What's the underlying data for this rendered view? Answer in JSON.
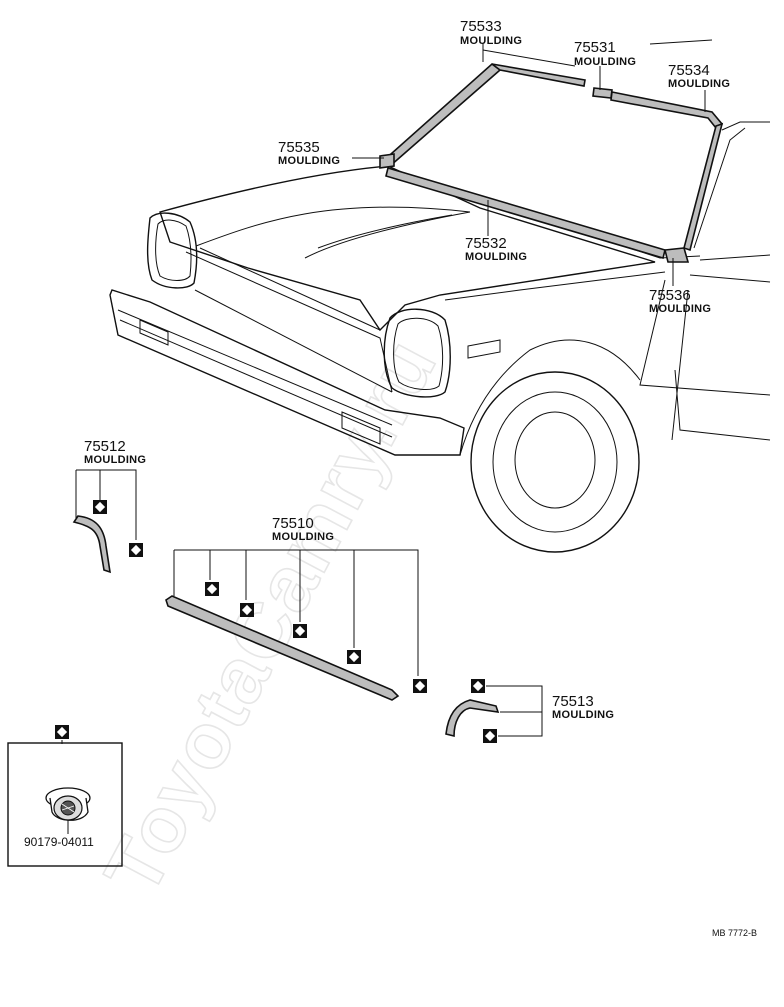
{
  "watermark": "ToyotaCamry.ru",
  "parts": [
    {
      "id": "p75533",
      "number": "75533",
      "name": "MOULDING"
    },
    {
      "id": "p75531",
      "number": "75531",
      "name": "MOULDING"
    },
    {
      "id": "p75534",
      "number": "75534",
      "name": "MOULDING"
    },
    {
      "id": "p75535",
      "number": "75535",
      "name": "MOULDING"
    },
    {
      "id": "p75532",
      "number": "75532",
      "name": "MOULDING"
    },
    {
      "id": "p75536",
      "number": "75536",
      "name": "MOULDING"
    },
    {
      "id": "p75512",
      "number": "75512",
      "name": "MOULDING"
    },
    {
      "id": "p75510",
      "number": "75510",
      "name": "MOULDING"
    },
    {
      "id": "p75513",
      "number": "75513",
      "name": "MOULDING"
    }
  ],
  "clip_part_number": "90179-04011",
  "diagram_ref": "MB 7772-B",
  "icons": {
    "clip_marker": "diamond-in-square-icon",
    "clip": "clip-nut-icon"
  }
}
